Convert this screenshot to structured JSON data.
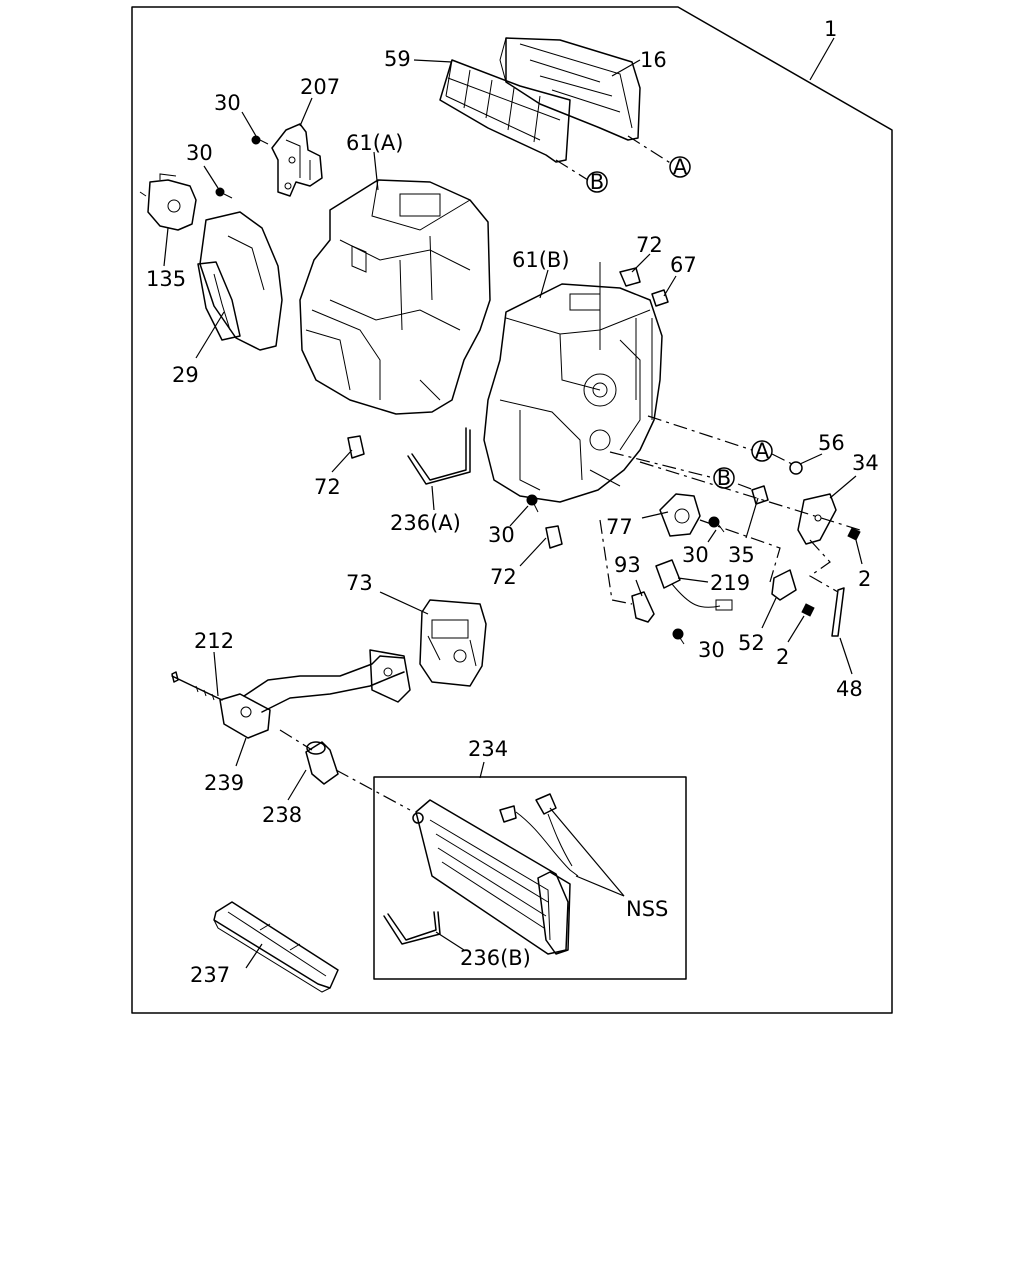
{
  "labels": {
    "assembly": "1",
    "l59": "59",
    "l16": "16",
    "l207": "207",
    "l30a": "30",
    "l30b": "30",
    "l30c": "30",
    "l30d": "30",
    "l30e": "30",
    "l61a": "61(A)",
    "l61b": "61(B)",
    "l135": "135",
    "l29": "29",
    "l72a": "72",
    "l72b": "72",
    "l72c": "72",
    "l67": "67",
    "l56": "56",
    "l34": "34",
    "l236a": "236(A)",
    "l236b": "236(B)",
    "l77": "77",
    "l35": "35",
    "l2a": "2",
    "l2b": "2",
    "l93": "93",
    "l219": "219",
    "l52": "52",
    "l48": "48",
    "l73": "73",
    "l212": "212",
    "l239": "239",
    "l238": "238",
    "l234": "234",
    "lnss": "NSS",
    "l237": "237"
  },
  "markers": {
    "a_top": "A",
    "b_top": "B",
    "a_mid": "A",
    "b_mid": "B"
  }
}
